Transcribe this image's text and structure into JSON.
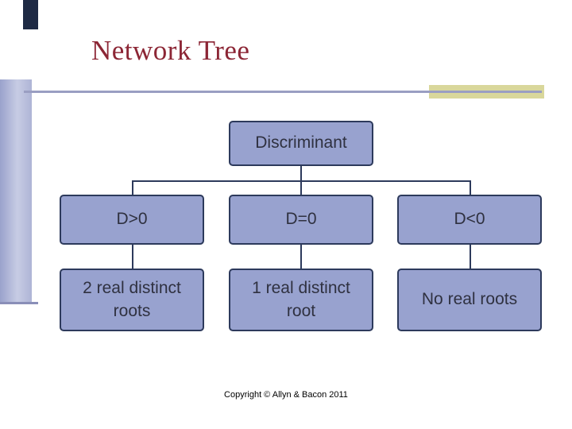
{
  "slide": {
    "title": "Network Tree",
    "footer": "Copyright © Allyn & Bacon 2011"
  },
  "tree": {
    "root": {
      "label": "Discriminant"
    },
    "children": [
      {
        "label": "D>0",
        "child": "2 real distinct roots"
      },
      {
        "label": "D=0",
        "child": "1 real distinct root"
      },
      {
        "label": "D<0",
        "child": "No real roots"
      }
    ]
  },
  "colors": {
    "node_fill": "#98a2cf",
    "node_border": "#2d3a5c",
    "title_text": "#8c2635",
    "accent_bar": "#9aa2cc",
    "corner_block": "#1e2a44",
    "yellow_bar": "#d9d79b",
    "rule": "#9a9ec2"
  }
}
